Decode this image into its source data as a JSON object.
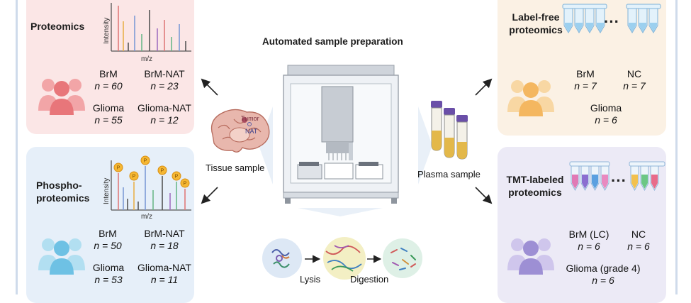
{
  "center": {
    "title": "Automated sample preparation",
    "tissue_label": "Tissue sample",
    "plasma_label": "Plasma sample",
    "tumor_label": "Tumor",
    "nat_label": "NAT",
    "lysis_label": "Lysis",
    "digestion_label": "Digestion"
  },
  "proteomics": {
    "title": "Proteomics",
    "y_axis": "Intensity",
    "x_axis": "m/z",
    "groups": [
      {
        "name": "BrM",
        "n": "n = 60"
      },
      {
        "name": "BrM-NAT",
        "n": "n = 23"
      },
      {
        "name": "Glioma",
        "n": "n = 55"
      },
      {
        "name": "Glioma-NAT",
        "n": "n = 12"
      }
    ]
  },
  "phospho": {
    "title_line1": "Phospho-",
    "title_line2": "proteomics",
    "y_axis": "Intensity",
    "x_axis": "m/z",
    "p_badge": "P",
    "groups": [
      {
        "name": "BrM",
        "n": "n = 50"
      },
      {
        "name": "BrM-NAT",
        "n": "n = 18"
      },
      {
        "name": "Glioma",
        "n": "n = 53"
      },
      {
        "name": "Glioma-NAT",
        "n": "n = 11"
      }
    ]
  },
  "labelfree": {
    "title_line1": "Label-free",
    "title_line2": "proteomics",
    "dots": "···",
    "groups": [
      {
        "name": "BrM",
        "n": "n = 7"
      },
      {
        "name": "NC",
        "n": "n = 7"
      },
      {
        "name": "Glioma",
        "n": "n = 6"
      }
    ]
  },
  "tmt": {
    "title_line1": "TMT-labeled",
    "title_line2": "proteomics",
    "dots": "···",
    "groups": [
      {
        "name": "BrM (LC)",
        "n": "n = 6"
      },
      {
        "name": "NC",
        "n": "n = 6"
      },
      {
        "name": "Glioma (grade 4)",
        "n": "n = 6"
      }
    ]
  },
  "colors": {
    "proteomics_bg": "#fbe6e6",
    "phospho_bg": "#e6eff9",
    "labelfree_bg": "#fbf1e4",
    "tmt_bg": "#eceaf6",
    "people_red": "#e8767a",
    "people_blue": "#6ec1e4",
    "people_orange": "#f4b760",
    "people_purple": "#9d8fd4",
    "frame": "#c9d6ea"
  }
}
